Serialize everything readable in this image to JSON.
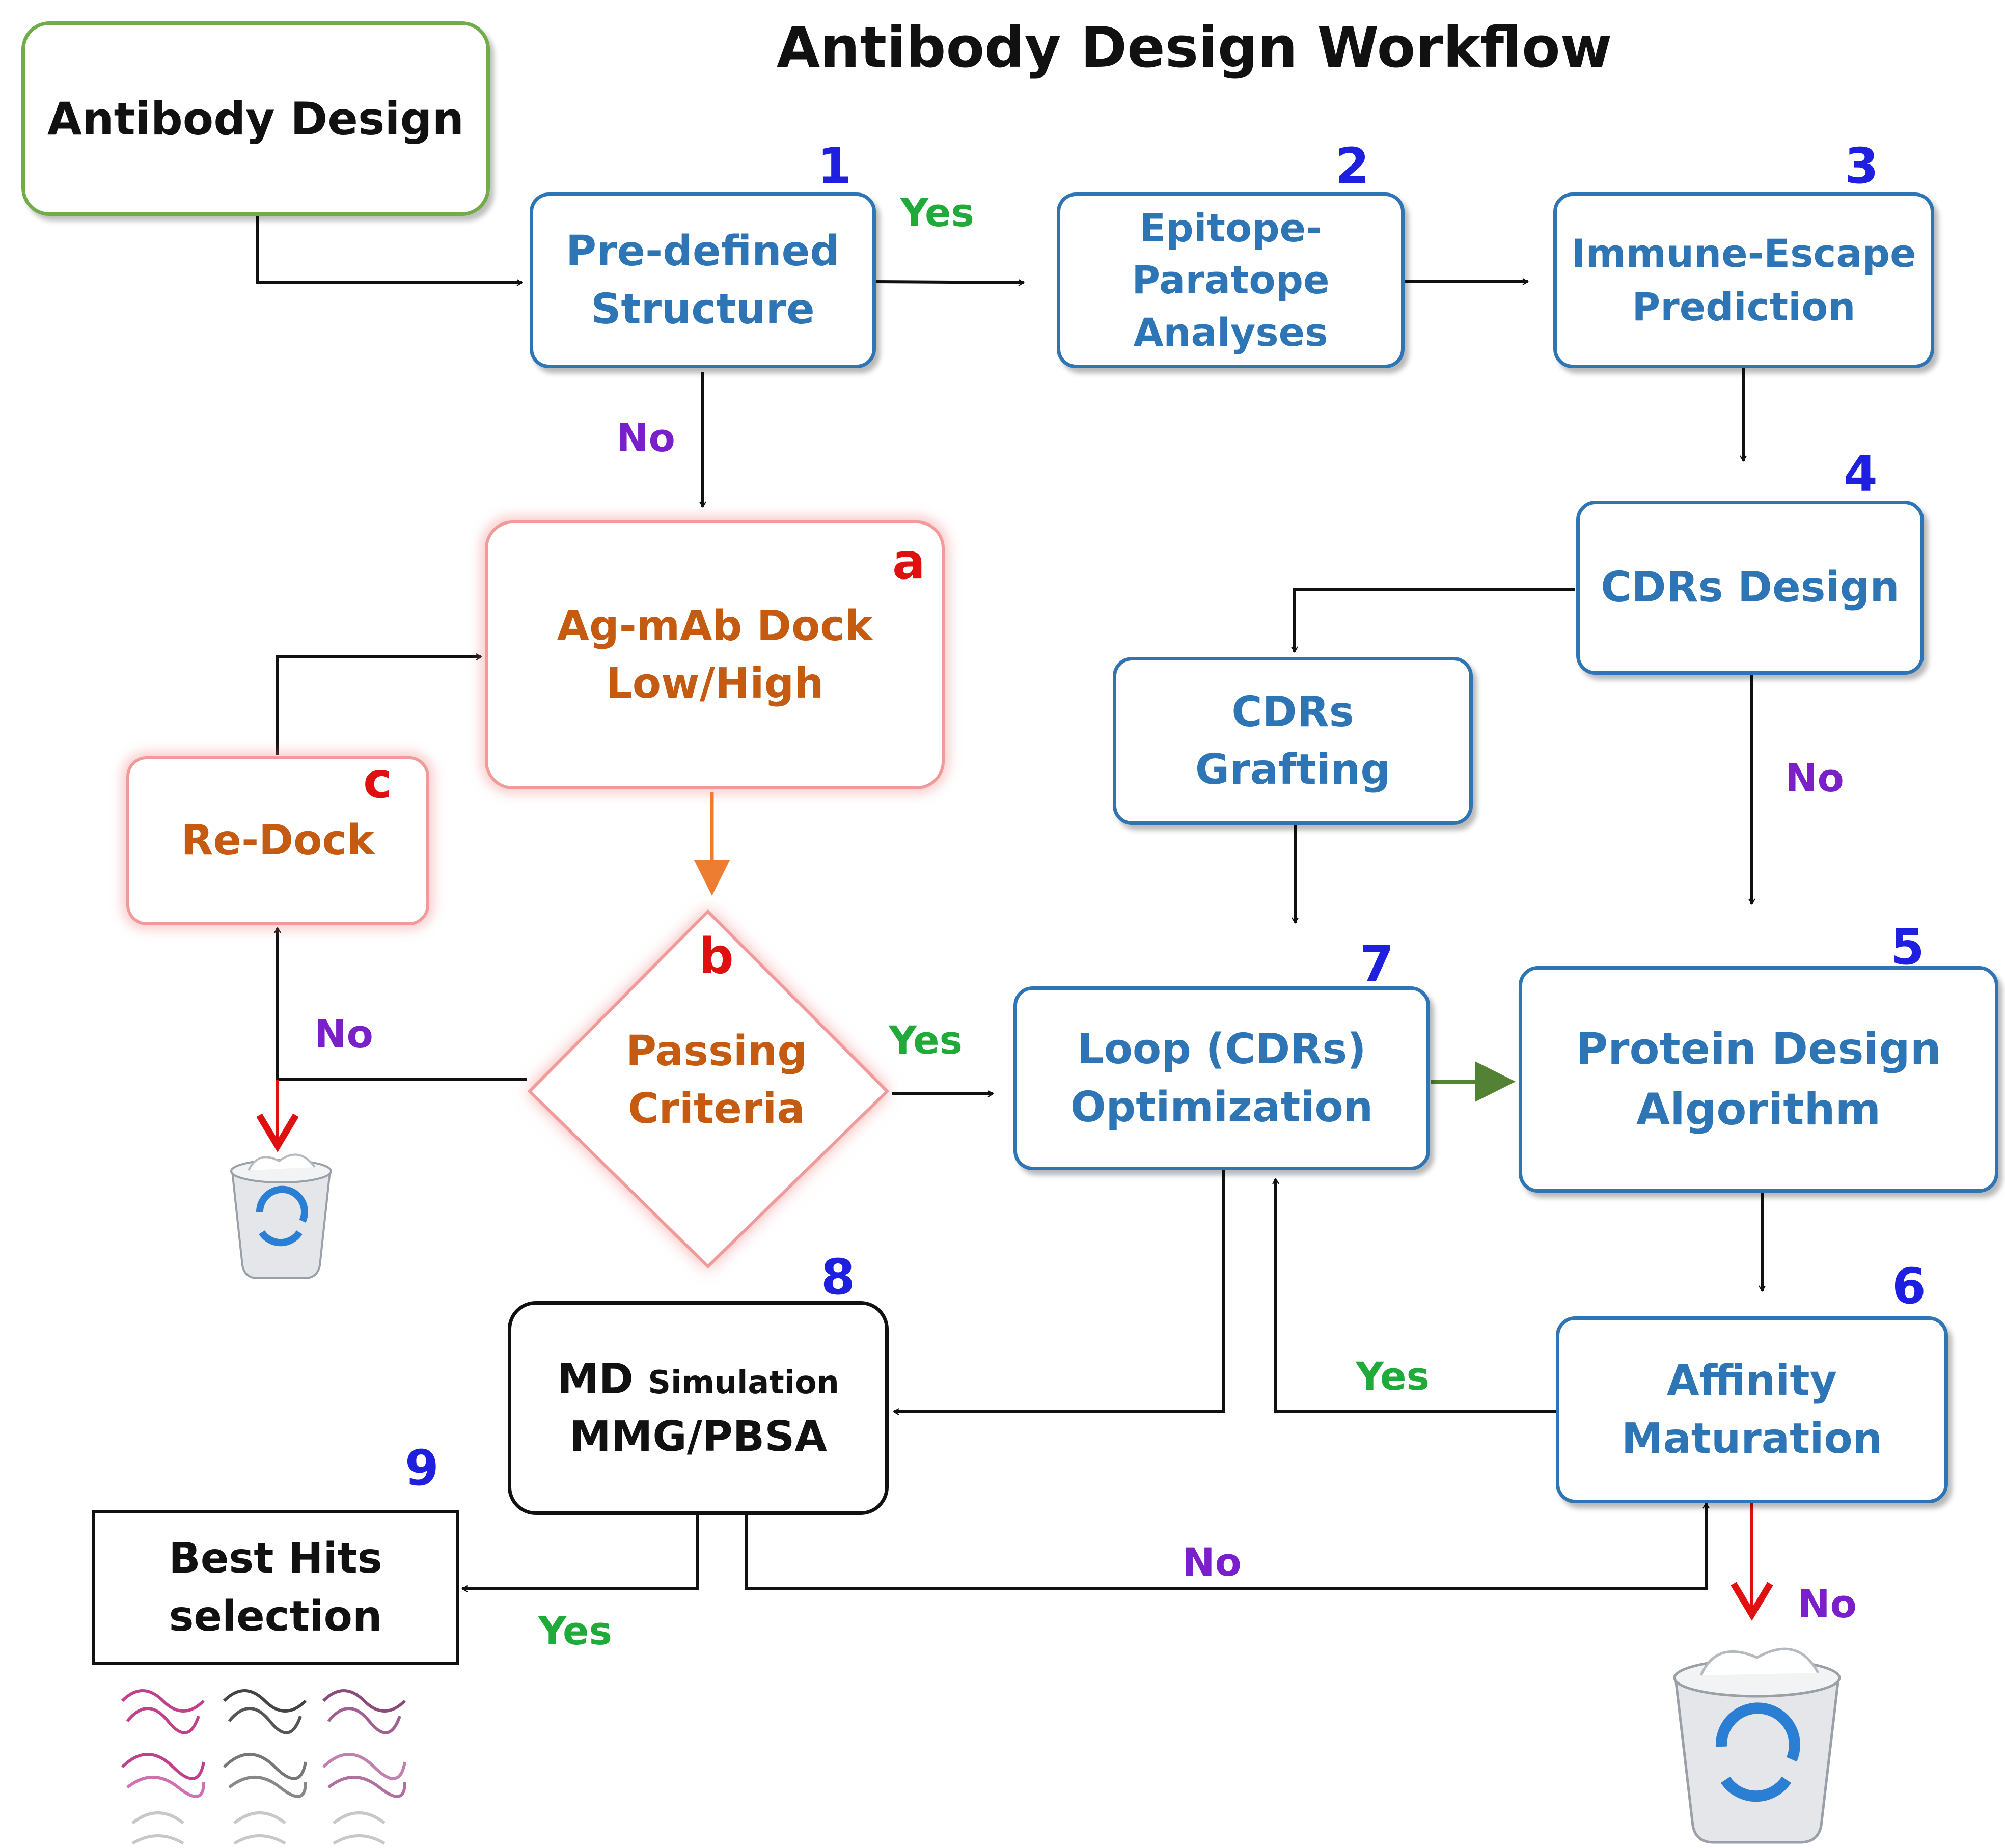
{
  "title": "Antibody Design Workflow",
  "colors": {
    "blue_box": "#2e75b6",
    "pink_box": "#f09a9a",
    "orange_text": "#c55a11",
    "step_number": "#1f1fe0",
    "step_letter": "#e01010",
    "yes_label": "#1faa3a",
    "no_label": "#7a1fc9",
    "reject_arrow": "#e01010",
    "orange_arrow": "#ed7d31",
    "green_arrow": "#548235"
  },
  "nodes": {
    "start": {
      "line1": "Antibody Design"
    },
    "n1": {
      "number": "1",
      "line1": "Pre-defined",
      "line2": "Structure"
    },
    "n2": {
      "number": "2",
      "line1": "Epitope-",
      "line2": "Paratope",
      "line3": "Analyses"
    },
    "n3": {
      "number": "3",
      "line1": "Immune-Escape",
      "line2": "Prediction"
    },
    "n4": {
      "number": "4",
      "line1": "CDRs Design"
    },
    "n5": {
      "number": "5",
      "line1": "Protein Design",
      "line2": "Algorithm"
    },
    "n6": {
      "number": "6",
      "line1": "Affinity",
      "line2": "Maturation"
    },
    "n7": {
      "number": "7",
      "line1": "Loop (CDRs)",
      "line2": "Optimization"
    },
    "n8": {
      "number": "8",
      "line1_big": "MD",
      "line1_small": "Simulation",
      "line2": "MMG/PBSA"
    },
    "n9": {
      "number": "9",
      "line1": "Best Hits",
      "line2": "selection"
    },
    "na": {
      "letter": "a",
      "line1": "Ag-mAb Dock",
      "line2": "Low/High"
    },
    "nb": {
      "letter": "b",
      "line1": "Passing",
      "line2": "Criteria"
    },
    "nc": {
      "letter": "c",
      "line1": "Re-Dock"
    },
    "grafting": {
      "line1": "CDRs",
      "line2": "Grafting"
    }
  },
  "edge_labels": {
    "n1_to_n2": "Yes",
    "n1_to_a": "No",
    "b_to_c": "No",
    "b_to_n7": "Yes",
    "n4_to_n5": "No",
    "n6_to_n7": "Yes",
    "n8_to_n6": "No",
    "n8_to_n9": "Yes",
    "n6_reject": "No"
  },
  "icons": [
    "recycle-bin-icon",
    "recycle-bin-icon",
    "antibody-structure-icon"
  ]
}
